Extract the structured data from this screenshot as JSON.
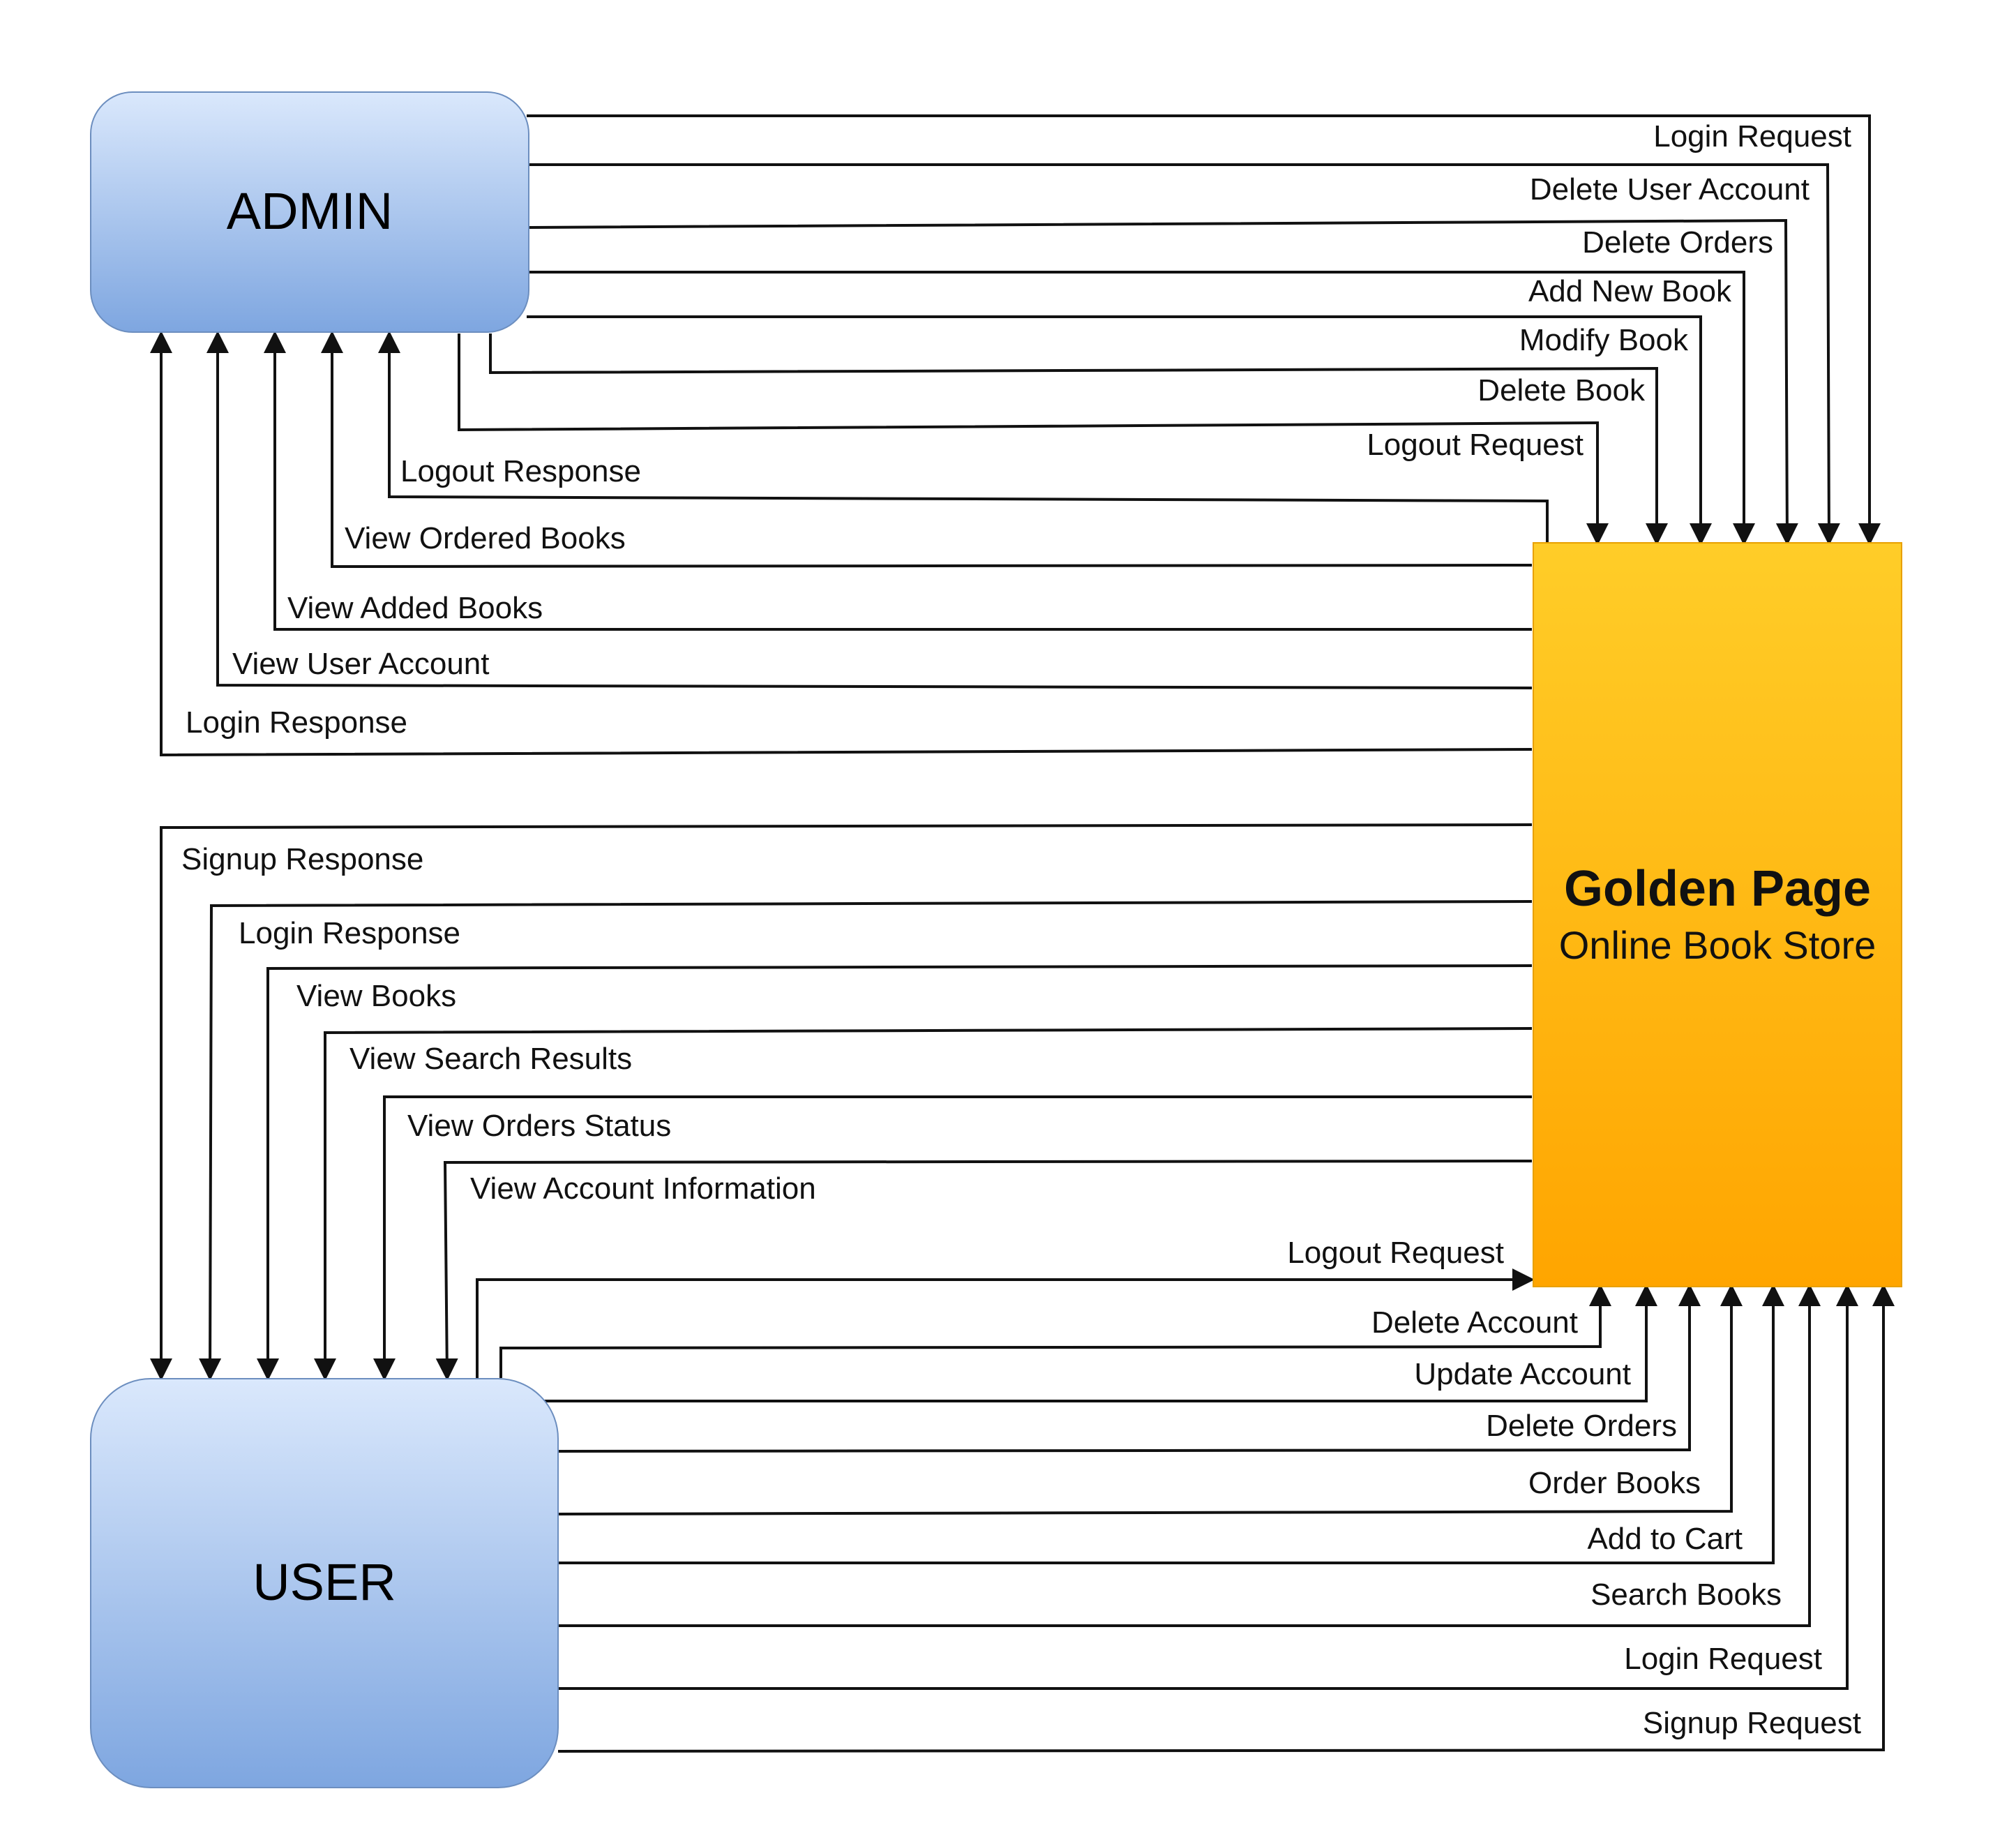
{
  "entities": {
    "admin": "ADMIN",
    "user": "USER"
  },
  "system": {
    "title": "Golden Page",
    "subtitle": "Online Book Store"
  },
  "admin_requests": [
    "Login Request",
    "Delete User Account",
    "Delete Orders",
    "Add New Book",
    "Modify Book",
    "Delete Book",
    "Logout Request"
  ],
  "admin_responses": [
    "Logout Response",
    "View Ordered Books",
    "View Added Books",
    "View User Account",
    "Login Response"
  ],
  "user_responses": [
    "Signup Response",
    "Login Response",
    "View Books",
    "View Search Results",
    "View Orders Status",
    "View Account Information"
  ],
  "user_requests": [
    "Logout Request",
    "Delete Account",
    "Update Account",
    "Delete Orders",
    "Order Books",
    "Add to Cart",
    "Search Books",
    "Login Request",
    "Signup Request"
  ],
  "colors": {
    "entity_fill_top": "#dae8fc",
    "entity_fill_bottom": "#7ea6e0",
    "entity_stroke": "#6c8ebf",
    "system_fill_top": "#ffcd28",
    "system_fill_bottom": "#ffa500",
    "line": "#111111"
  }
}
